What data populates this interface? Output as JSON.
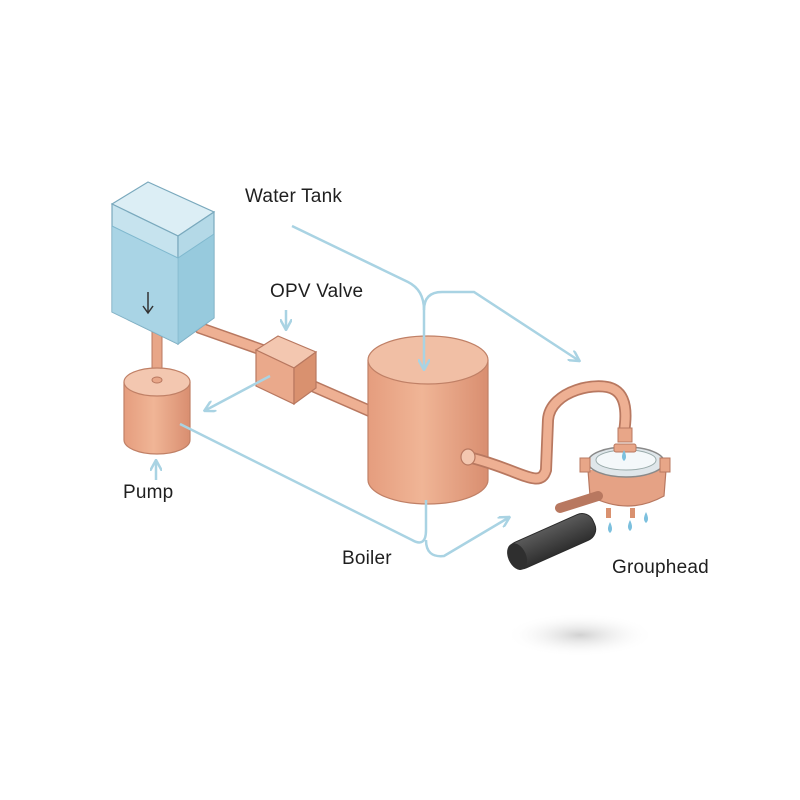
{
  "diagram": {
    "labels": {
      "water_tank": "Water Tank",
      "opv_valve": "OPV Valve",
      "pump": "Pump",
      "boiler": "Boiler",
      "grouphead": "Grouphead"
    },
    "colors": {
      "copper": "#e8a688",
      "copper_dark": "#c98368",
      "copper_light": "#f1c2aa",
      "water": "#a9d6e5",
      "tank_top": "#d8ecf3",
      "flow_arrow": "#a9d3e3",
      "handle": "#3f3f3f",
      "drops": "#7cc0de"
    },
    "icons": [
      "down-arrow-icon",
      "water-drop-icon"
    ]
  }
}
